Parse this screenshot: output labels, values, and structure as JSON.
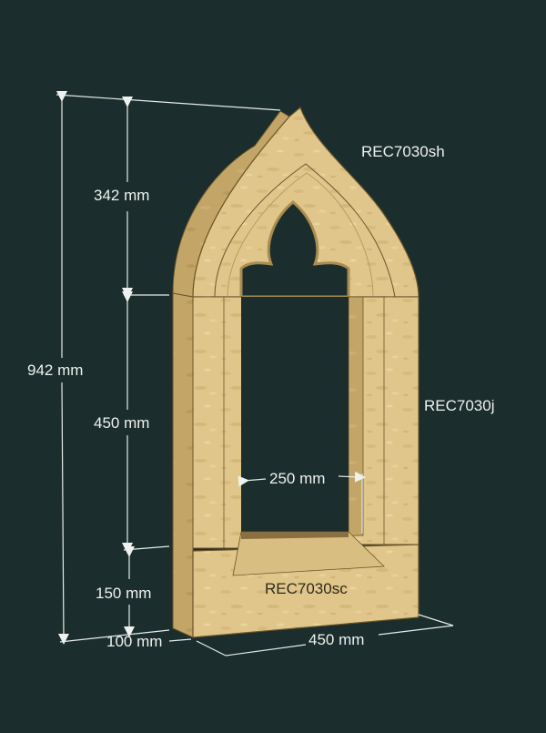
{
  "diagram": {
    "subject": "Gothic ogee-arch stone window surround",
    "colors": {
      "background": "#1b2d2c",
      "stone_light": "#e3c98e",
      "stone_mid": "#cfb274",
      "stone_shadow": "#a88c52",
      "joint_line": "#6b5528",
      "dimension_line": "#e6ecea"
    },
    "parts": [
      {
        "id": "head",
        "label": "REC7030sh"
      },
      {
        "id": "jamb",
        "label": "REC7030j"
      },
      {
        "id": "sill",
        "label": "REC7030sc"
      }
    ],
    "dimensions": {
      "total_height": "942 mm",
      "head_height": "342 mm",
      "jamb_height": "450 mm",
      "sill_height": "150 mm",
      "depth": "100 mm",
      "width": "450 mm",
      "opening_width": "250 mm"
    }
  }
}
